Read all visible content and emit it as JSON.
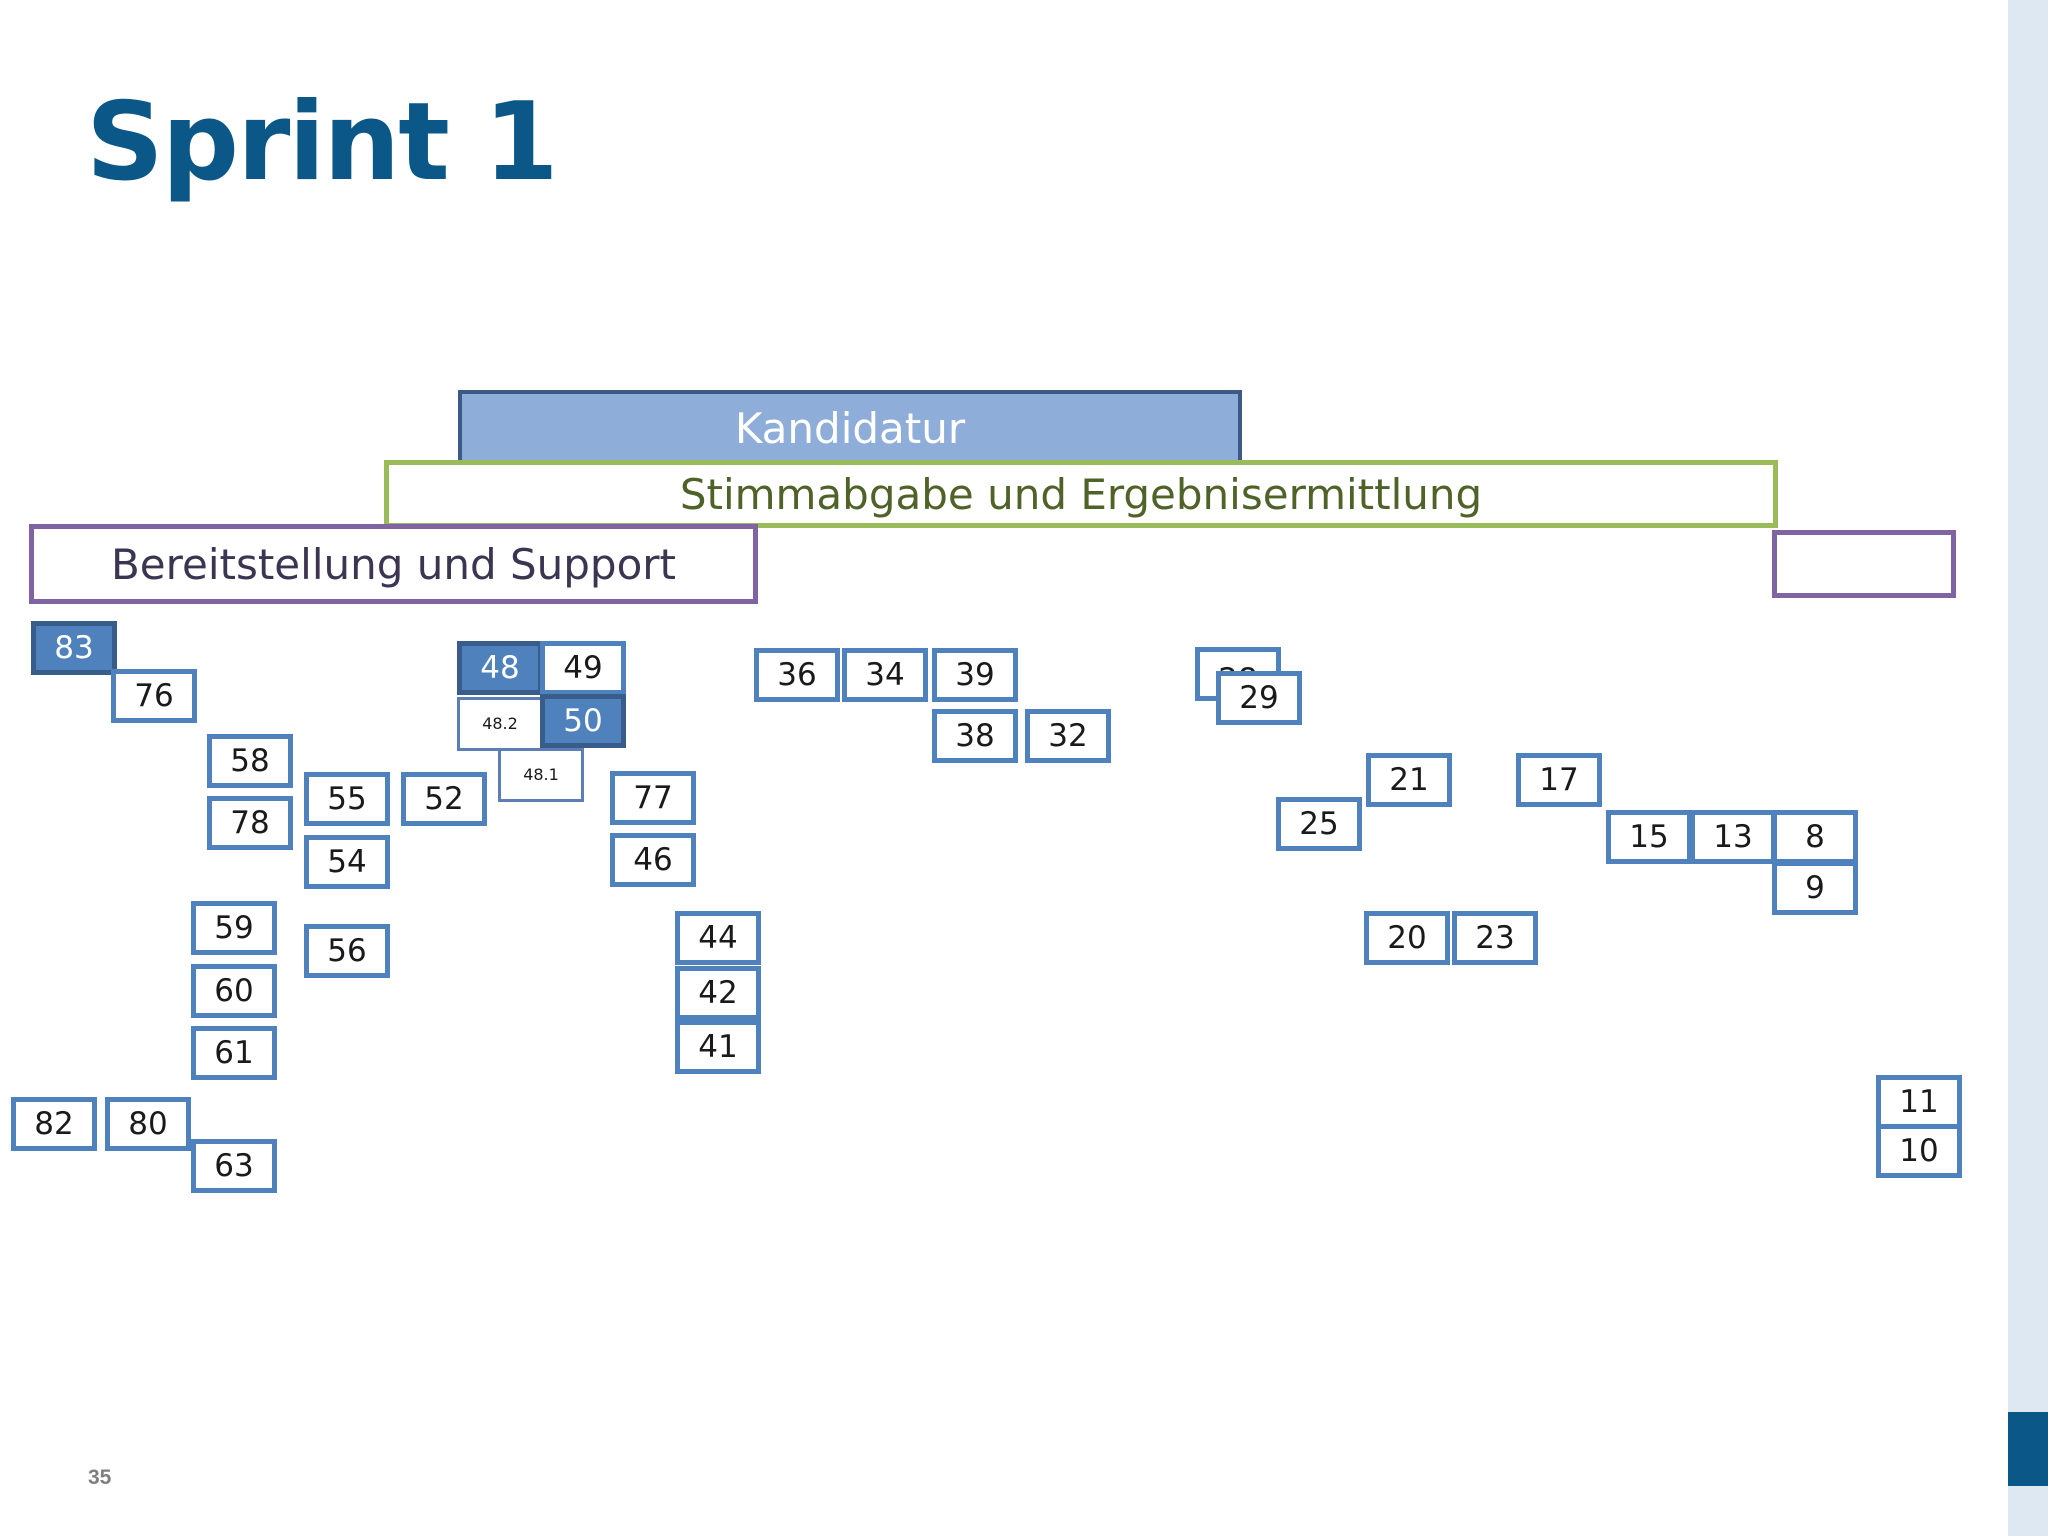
{
  "slide": {
    "title": "Sprint 1",
    "page_number": "35",
    "accent_color": "#0b5788"
  },
  "epics": {
    "kandidatur": {
      "label": "Kandidatur",
      "color": "#8eadd8"
    },
    "stimmabgabe": {
      "label": "Stimmabgabe und Ergebnisermittlung",
      "color": "#9abb59"
    },
    "bereitstellung": {
      "label": "Bereitstellung und Support",
      "color": "#8064a2"
    },
    "purple_right": {
      "label": "",
      "color": "#8064a2"
    }
  },
  "stories": {
    "s83": {
      "label": "83",
      "state": "active"
    },
    "s76": {
      "label": "76"
    },
    "s58": {
      "label": "58"
    },
    "s78": {
      "label": "78"
    },
    "s55": {
      "label": "55"
    },
    "s52": {
      "label": "52"
    },
    "s54": {
      "label": "54"
    },
    "s59": {
      "label": "59"
    },
    "s56": {
      "label": "56"
    },
    "s60": {
      "label": "60"
    },
    "s61": {
      "label": "61"
    },
    "s82": {
      "label": "82"
    },
    "s80": {
      "label": "80"
    },
    "s63": {
      "label": "63"
    },
    "s48": {
      "label": "48",
      "state": "active"
    },
    "s49": {
      "label": "49"
    },
    "s48_2": {
      "label": "48.2"
    },
    "s50": {
      "label": "50",
      "state": "active"
    },
    "s48_1": {
      "label": "48.1"
    },
    "s77": {
      "label": "77"
    },
    "s46": {
      "label": "46"
    },
    "s44": {
      "label": "44"
    },
    "s42": {
      "label": "42"
    },
    "s41": {
      "label": "41"
    },
    "s36": {
      "label": "36"
    },
    "s34": {
      "label": "34"
    },
    "s39": {
      "label": "39"
    },
    "s38": {
      "label": "38"
    },
    "s32": {
      "label": "32"
    },
    "s28": {
      "label": "28",
      "state": "obscured"
    },
    "s29": {
      "label": "29"
    },
    "s25": {
      "label": "25"
    },
    "s21": {
      "label": "21"
    },
    "s17": {
      "label": "17"
    },
    "s20": {
      "label": "20"
    },
    "s23": {
      "label": "23"
    },
    "s15": {
      "label": "15"
    },
    "s13": {
      "label": "13"
    },
    "s8": {
      "label": "8"
    },
    "s9": {
      "label": "9"
    },
    "s11": {
      "label": "11"
    },
    "s10": {
      "label": "10"
    }
  }
}
